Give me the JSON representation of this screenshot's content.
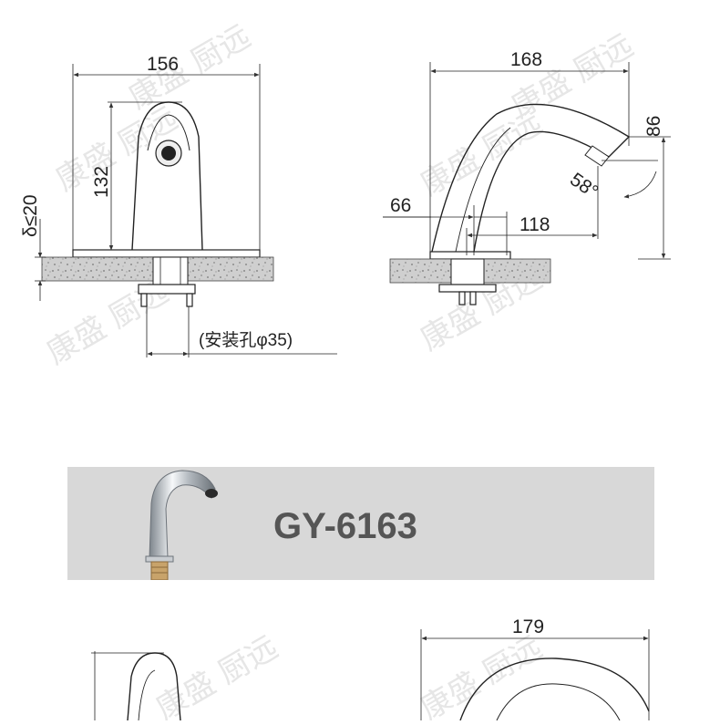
{
  "colors": {
    "line": "#222222",
    "dim": "#444444",
    "banner": "#d8d8d8",
    "model": "#555555",
    "watermark": "#e6e6e6",
    "stone": "#cfcfcf"
  },
  "watermark": {
    "text": "康盛 厨远"
  },
  "front_view": {
    "width_label": "156",
    "height_label": "132",
    "thickness_label": "δ≤20",
    "hole_label": "(安装孔φ35)"
  },
  "side_view": {
    "width_label": "168",
    "spout_height_label": "86",
    "angle_label": "58°",
    "base_offset_label": "66",
    "reach_label": "118"
  },
  "product": {
    "model": "GY-6163",
    "photo_icon": "faucet-photo-icon"
  },
  "lower_view": {
    "width_label": "179"
  }
}
